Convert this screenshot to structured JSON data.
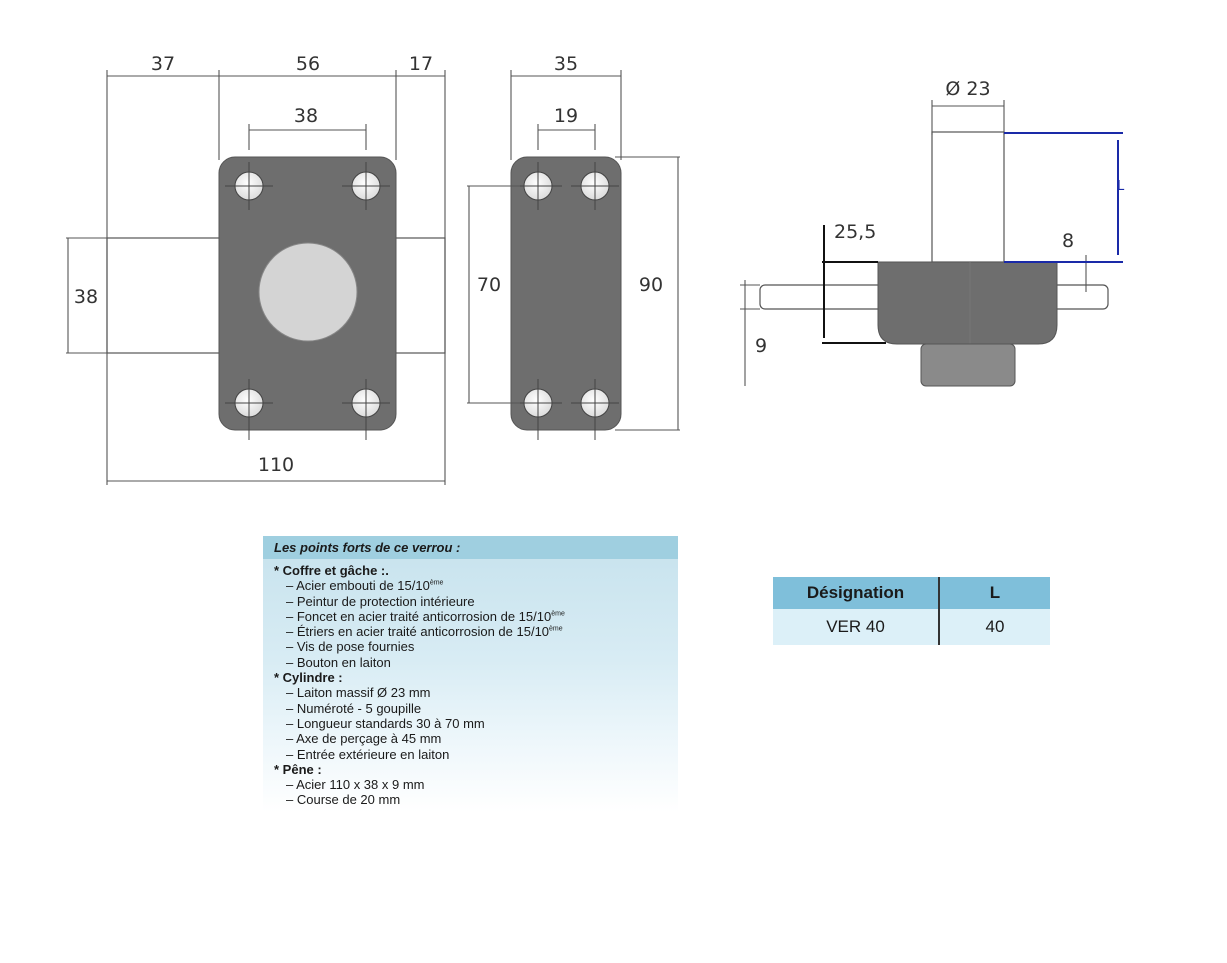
{
  "dimensions": {
    "front": {
      "d37": "37",
      "d56": "56",
      "d17": "17",
      "d38_top": "38",
      "d38_side": "38",
      "d110": "110"
    },
    "side": {
      "d35": "35",
      "d19": "19",
      "d70": "70",
      "d90": "90"
    },
    "cylinder": {
      "diameter": "Ø 23",
      "L": "L",
      "d25_5": "25,5",
      "d8": "8",
      "d9": "9"
    }
  },
  "spec": {
    "title": "Les points forts de ce verrou :",
    "sections": [
      {
        "heading": "* Coffre et gâche :.",
        "items": [
          {
            "text": "– Acier embouti de 15/10",
            "sup": "ème"
          },
          {
            "text": "– Peintur de protection intérieure"
          },
          {
            "text": "– Foncet en acier traité anticorrosion de 15/10",
            "sup": "ème"
          },
          {
            "text": "– Étriers en acier traité anticorrosion de 15/10",
            "sup": "ème"
          },
          {
            "text": "– Vis de pose fournies"
          },
          {
            "text": "– Bouton en laiton"
          }
        ]
      },
      {
        "heading": "* Cylindre :",
        "items": [
          {
            "text": "– Laiton massif Ø 23 mm"
          },
          {
            "text": "– Numéroté - 5 goupille"
          },
          {
            "text": "– Longueur standards 30 à 70 mm"
          },
          {
            "text": "– Axe de perçage à 45 mm"
          },
          {
            "text": "– Entrée extérieure en laiton"
          }
        ]
      },
      {
        "heading": "* Pêne :",
        "items": [
          {
            "text": "– Acier 110 x 38 x 9 mm"
          },
          {
            "text": "– Course de 20 mm"
          }
        ]
      }
    ]
  },
  "table": {
    "headers": [
      "Désignation",
      "L"
    ],
    "rows": [
      [
        "VER 40",
        "40"
      ]
    ]
  },
  "colors": {
    "plate": "#6e6e6e",
    "hole": "#f2f2f2",
    "cylinder_face": "#d4d4d4",
    "blue_dimension": "#1a2aa8"
  }
}
